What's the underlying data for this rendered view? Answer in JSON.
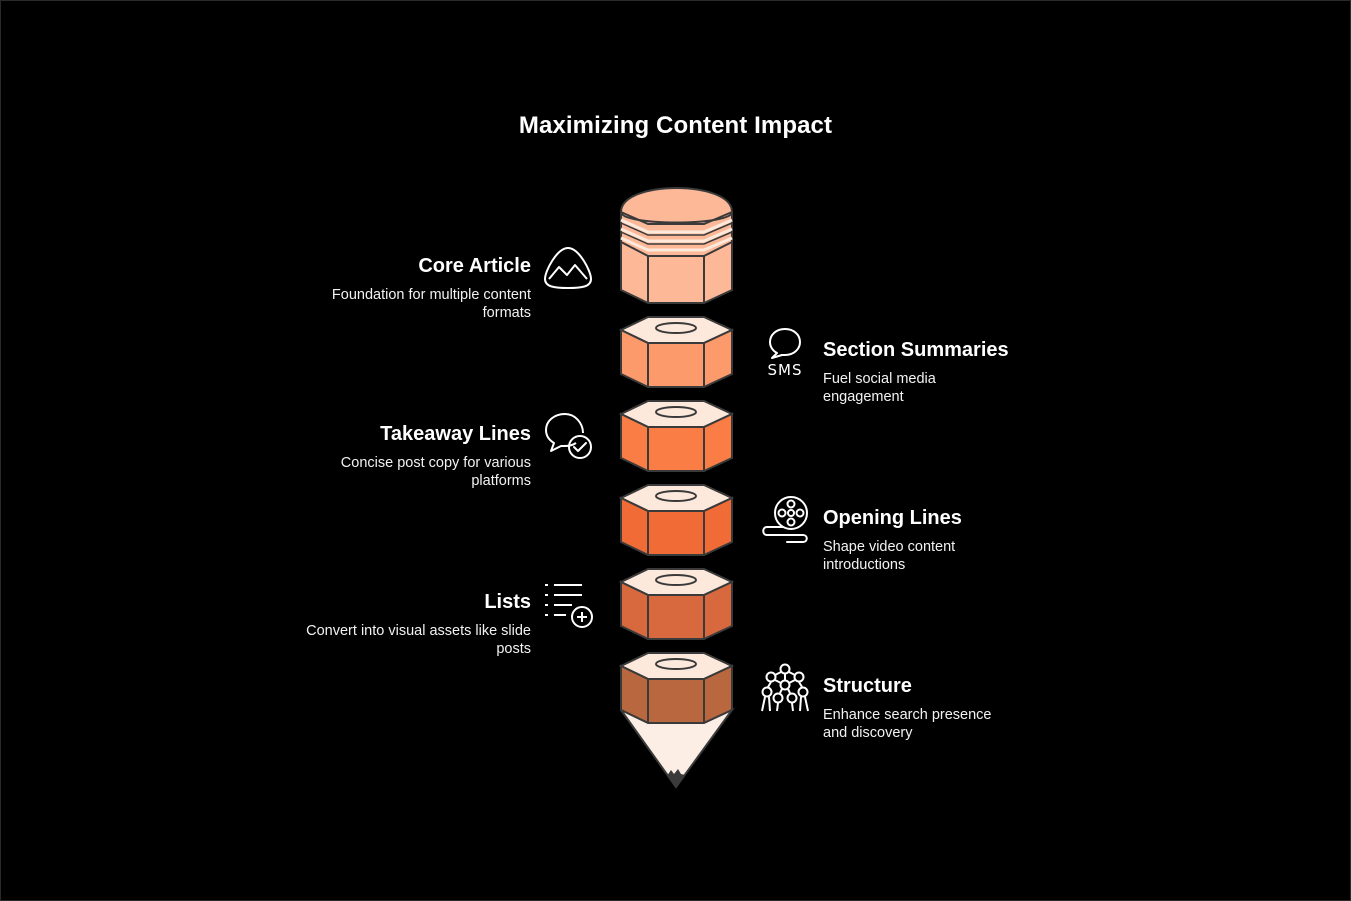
{
  "title": "Maximizing Content Impact",
  "colors": {
    "background": "#000000",
    "outline": "#3a3a3a",
    "top_face": "#fde9dc",
    "segments": [
      "#fdb898",
      "#fc9a6c",
      "#f97d45",
      "#f06b36",
      "#d8693f",
      "#b9673f"
    ],
    "tip": "#fdeee5"
  },
  "items": [
    {
      "heading": "Core Article",
      "description": "Foundation for multiple content formats",
      "side": "left",
      "icon": "mountain-icon"
    },
    {
      "heading": "Section Summaries",
      "description": "Fuel social media engagement",
      "side": "right",
      "icon": "sms-chat-icon"
    },
    {
      "heading": "Takeaway Lines",
      "description": "Concise post copy for various platforms",
      "side": "left",
      "icon": "chat-check-icon"
    },
    {
      "heading": "Opening Lines",
      "description": "Shape video content introductions",
      "side": "right",
      "icon": "film-reel-icon"
    },
    {
      "heading": "Lists",
      "description": "Convert into visual assets like slide posts",
      "side": "left",
      "icon": "list-add-icon"
    },
    {
      "heading": "Structure",
      "description": "Enhance search presence and discovery",
      "side": "right",
      "icon": "atomium-icon"
    }
  ]
}
